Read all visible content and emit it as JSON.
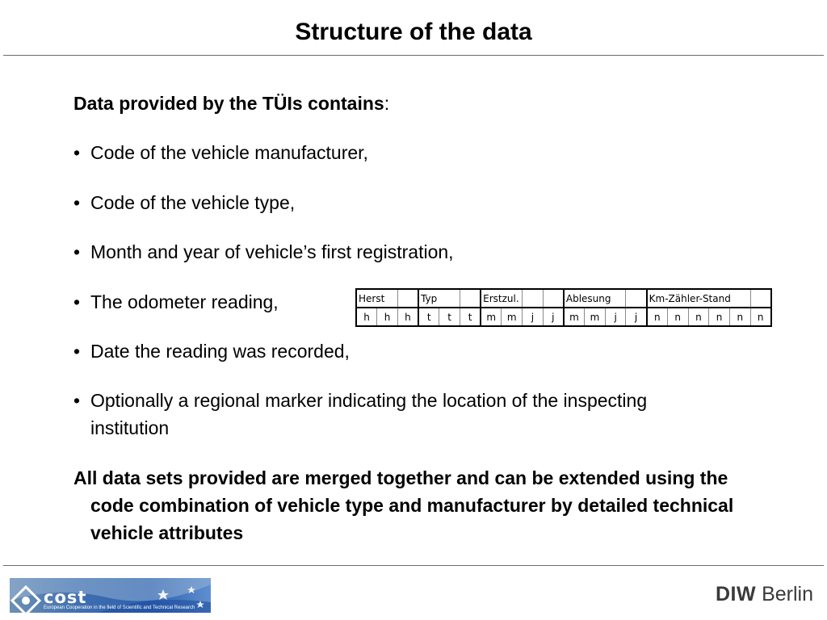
{
  "slide": {
    "title": "Structure of the data",
    "heading_bold": "Data provided by the TÜIs contains",
    "heading_colon": ":",
    "bullets": [
      "Code of the vehicle manufacturer,",
      "Code of the vehicle type,",
      "Month and year of vehicle’s first registration,",
      "The odometer reading,",
      "Date the reading was recorded,",
      "Optionally a regional marker indicating the location of the inspecting institution"
    ],
    "bullet_glyph": "•",
    "closing": "All data sets provided are merged together and can be extended using the code combination of vehicle type and manufacturer by detailed technical vehicle attributes"
  },
  "record_table": {
    "groups": [
      "Herst",
      "Typ",
      "Erstzul.",
      "Ablesung",
      "Km-Zähler-Stand"
    ],
    "codes": [
      "h",
      "h",
      "h",
      "t",
      "t",
      "t",
      "m",
      "m",
      "j",
      "j",
      "m",
      "m",
      "j",
      "j",
      "n",
      "n",
      "n",
      "n",
      "n",
      "n"
    ]
  },
  "footer": {
    "cost_logo_text": "cost",
    "cost_logo_subtext": "European Cooperation in the field of Scientific and Technical Research",
    "diw_bold": "DIW",
    "diw_regular": "Berlin"
  },
  "colors": {
    "rule": "#6b6b6b",
    "cost_blue": "#2c5fae",
    "diw_gray": "#3a3a3a"
  }
}
